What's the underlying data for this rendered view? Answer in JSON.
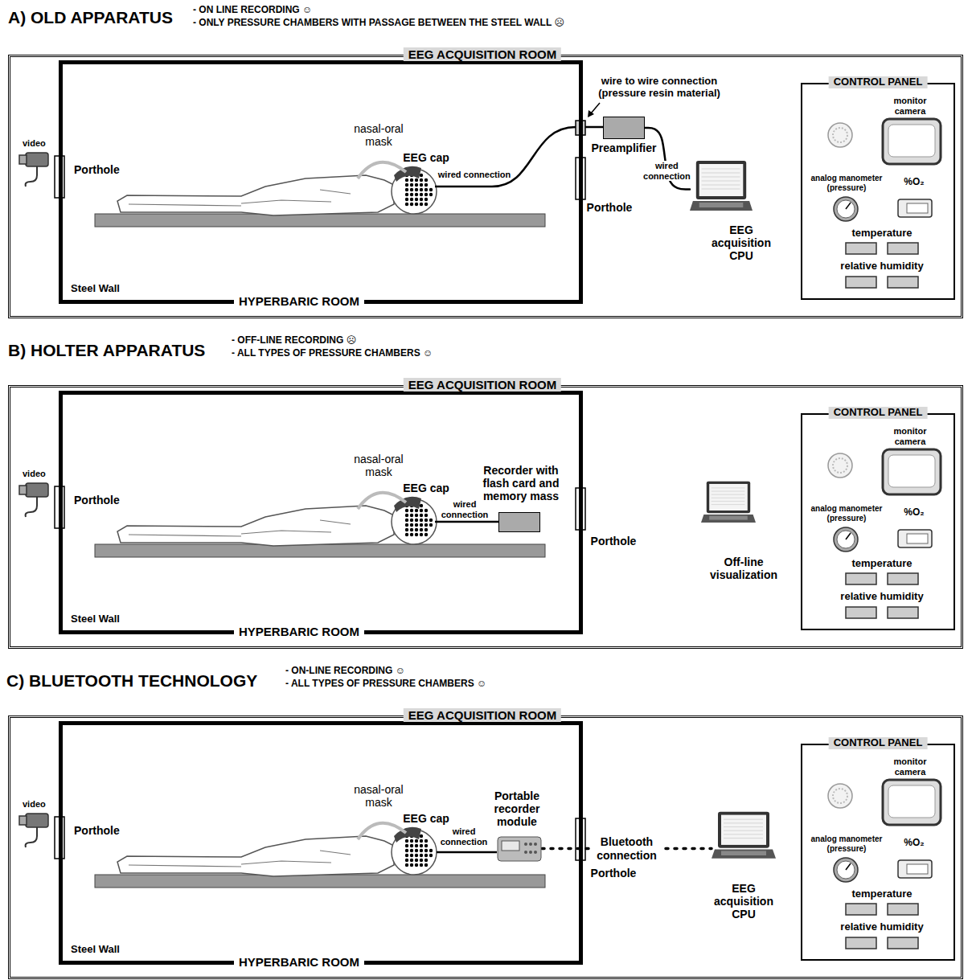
{
  "diagram": {
    "nodes": [
      {
        "text": [
          "EEG ACQUISITION ROOM"
        ]
      },
      {
        "text": [
          "HYPERBARIC ROOM",
          "Steel Wall"
        ],
        "in": 0
      },
      {
        "text": [
          "Preamplifier"
        ],
        "in": 0
      },
      {
        "text": [
          "EEG acquisition CPU"
        ],
        "in": 0
      },
      {
        "text": [
          "CONTROL PANEL"
        ],
        "in": 0
      },
      {
        "text": [
          "EEG ACQUISITION ROOM"
        ]
      },
      {
        "text": [
          "HYPERBARIC ROOM",
          "Steel Wall"
        ],
        "in": 5
      },
      {
        "text": [
          "Recorder with flash card and memory mass"
        ],
        "in": 6
      },
      {
        "text": [
          "Off-line visualization"
        ],
        "in": 5
      },
      {
        "text": [
          "CONTROL PANEL"
        ],
        "in": 5
      },
      {
        "text": [
          "EEG ACQUISITION ROOM"
        ]
      },
      {
        "text": [
          "HYPERBARIC ROOM",
          "Steel Wall"
        ],
        "in": 10
      },
      {
        "text": [
          "Portable recorder module"
        ],
        "in": 11
      },
      {
        "text": [
          "EEG acquisition CPU"
        ],
        "in": 10
      },
      {
        "text": [
          "CONTROL PANEL"
        ],
        "in": 10
      }
    ],
    "edges": [
      {
        "from": 2,
        "to": 3,
        "arrow": "none",
        "label": "wired connection"
      },
      {
        "from": 12,
        "to": 13,
        "arrow": "none",
        "label": "Bluetooth connection"
      }
    ],
    "labels": [
      "A) OLD APPARATUS",
      "- ON LINE RECORDING ☺",
      "- ONLY PRESSURE CHAMBERS WITH PASSAGE BETWEEN THE STEEL WALL ☹",
      "video",
      "Porthole",
      "nasal-oral mask",
      "EEG cap",
      "wired connection",
      "wire to wire connection (pressure resin material)",
      "Porthole",
      "monitor camera",
      "analog manometer (pressure)",
      "%O₂",
      "temperature",
      "relative humidity",
      "B) HOLTER APPARATUS",
      "- OFF-LINE RECORDING ☹",
      "- ALL TYPES OF PRESSURE CHAMBERS ☺",
      "video",
      "Porthole",
      "nasal-oral mask",
      "EEG cap",
      "wired connection",
      "Porthole",
      "monitor camera",
      "analog manometer (pressure)",
      "%O₂",
      "temperature",
      "relative humidity",
      "C) BLUETOOTH TECHNOLOGY",
      "- ON-LINE RECORDING ☺",
      "- ALL TYPES OF PRESSURE CHAMBERS ☺",
      "video",
      "Porthole",
      "nasal-oral mask",
      "EEG cap",
      "wired connection",
      "Porthole",
      "monitor camera",
      "analog manometer (pressure)",
      "%O₂",
      "temperature",
      "relative humidity"
    ]
  }
}
